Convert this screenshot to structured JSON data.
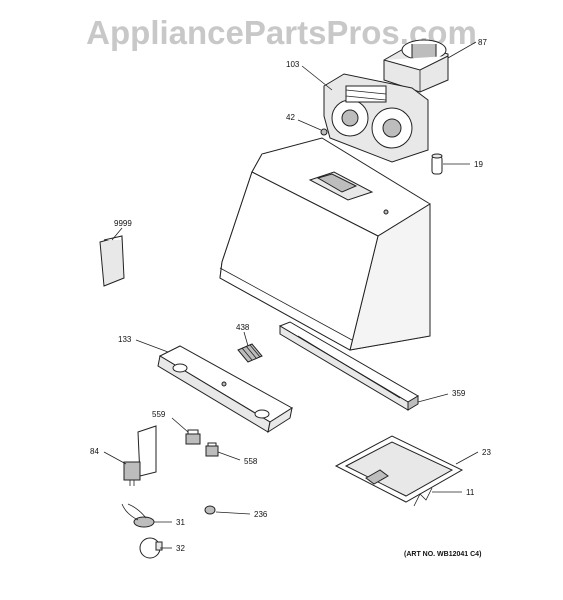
{
  "watermark": "AppliancePartsPros.com",
  "art_no": "(ART NO. WB12041 C4)",
  "callouts": [
    {
      "id": "87",
      "text": "87"
    },
    {
      "id": "103",
      "text": "103"
    },
    {
      "id": "42",
      "text": "42"
    },
    {
      "id": "19",
      "text": "19"
    },
    {
      "id": "9999",
      "text": "9999"
    },
    {
      "id": "438",
      "text": "438"
    },
    {
      "id": "133",
      "text": "133"
    },
    {
      "id": "359",
      "text": "359"
    },
    {
      "id": "559",
      "text": "559"
    },
    {
      "id": "558",
      "text": "558"
    },
    {
      "id": "84",
      "text": "84"
    },
    {
      "id": "23",
      "text": "23"
    },
    {
      "id": "11",
      "text": "11"
    },
    {
      "id": "31",
      "text": "31"
    },
    {
      "id": "236",
      "text": "236"
    },
    {
      "id": "32",
      "text": "32"
    }
  ]
}
